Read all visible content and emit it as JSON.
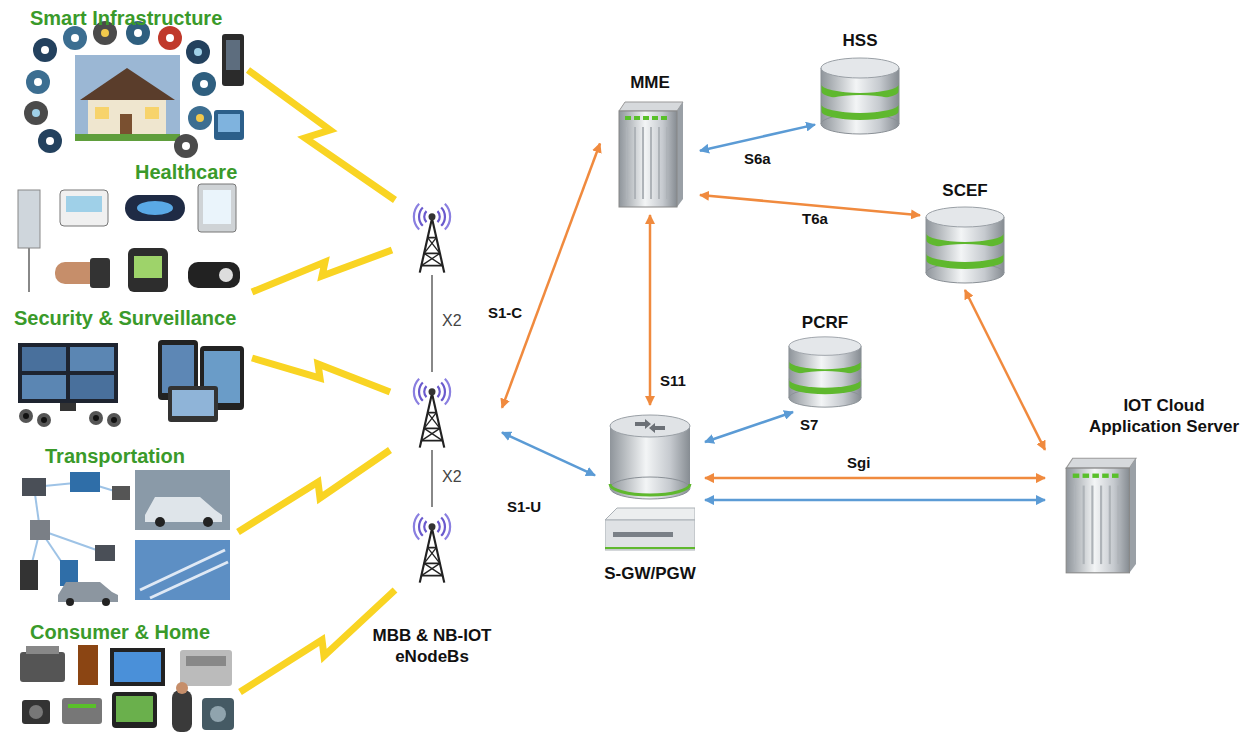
{
  "diagram": {
    "nodes": [
      {
        "text": [
          "MBB & NB-IOT eNodeBs"
        ]
      },
      {
        "text": [
          "MME"
        ]
      },
      {
        "text": [
          "HSS"
        ]
      },
      {
        "text": [
          "SCEF"
        ]
      },
      {
        "text": [
          "PCRF"
        ]
      },
      {
        "text": [
          "S-GW/PGW"
        ]
      },
      {
        "text": [
          "IOT Cloud Application Server"
        ]
      }
    ],
    "edges": [
      {
        "from": 1,
        "to": 2,
        "label": "S6a",
        "arrow": "both"
      },
      {
        "from": 1,
        "to": 3,
        "label": "T6a",
        "arrow": "both"
      },
      {
        "from": 1,
        "to": 0,
        "label": "S1-C",
        "arrow": "both"
      },
      {
        "from": 1,
        "to": 5,
        "label": "S11",
        "arrow": "both"
      },
      {
        "from": 4,
        "to": 5,
        "label": "S7",
        "arrow": "both"
      },
      {
        "from": 0,
        "to": 5,
        "label": "S1-U",
        "arrow": "both"
      },
      {
        "from": 5,
        "to": 6,
        "label": "Sgi",
        "arrow": "both"
      },
      {
        "from": 5,
        "to": 6,
        "arrow": "both"
      },
      {
        "from": 3,
        "to": 6,
        "arrow": "both"
      }
    ],
    "labels": [
      "Smart Infrastructure",
      "Healthcare",
      "Security & Surveillance",
      "Transportation",
      "Consumer & Home",
      "X2",
      "X2"
    ]
  }
}
